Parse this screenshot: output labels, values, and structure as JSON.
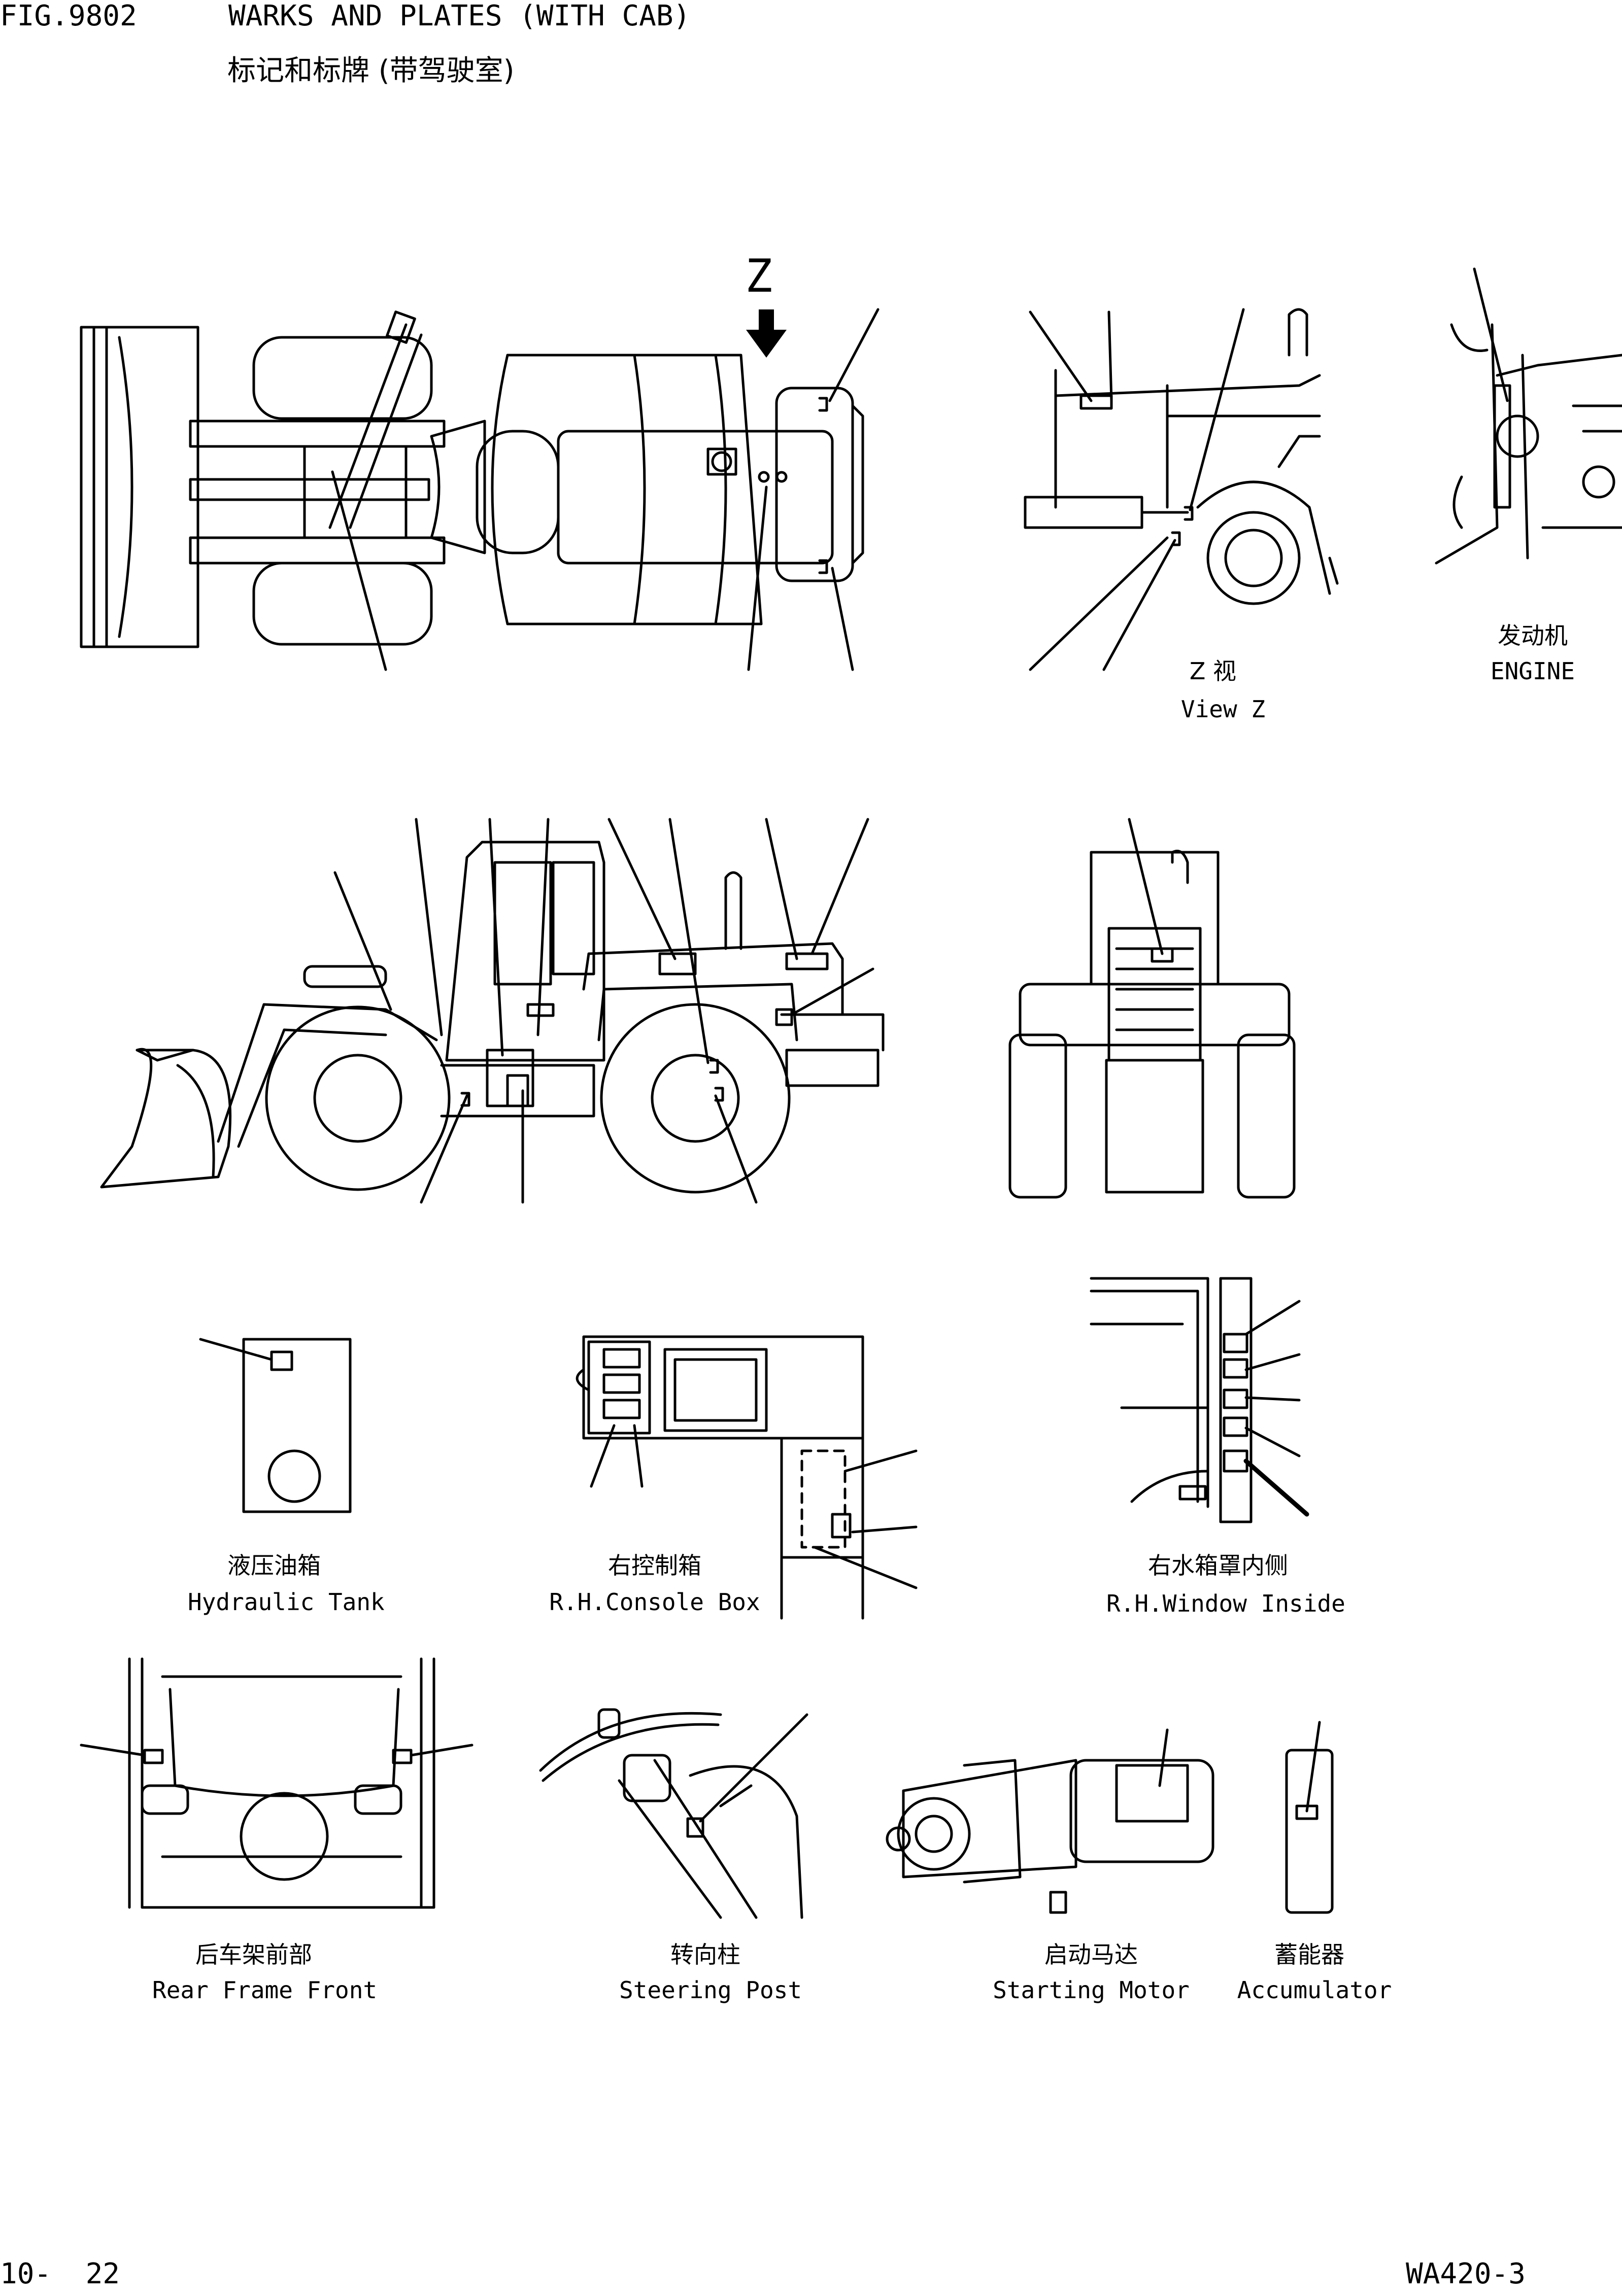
{
  "header": {
    "fig_no": "FIG.9802",
    "title_en": "WARKS AND PLATES (WITH CAB)",
    "title_cn": "标记和标牌 (带驾驶室)"
  },
  "top_view": {
    "arrow_letter": "Z"
  },
  "views": {
    "view_z": {
      "cn": "Z 视",
      "en": "View Z"
    },
    "engine": {
      "cn": "发动机",
      "en": "ENGINE"
    },
    "hydraulic_tank": {
      "cn": "液压油箱",
      "en": "Hydraulic Tank"
    },
    "rh_console_box": {
      "cn": "右控制箱",
      "en": "R.H.Console Box"
    },
    "rh_window_inside": {
      "cn": "右水箱罩内侧",
      "en": "R.H.Window Inside"
    },
    "rear_frame_front": {
      "cn": "后车架前部",
      "en": "Rear Frame Front"
    },
    "steering_post": {
      "cn": "转向柱",
      "en": "Steering Post"
    },
    "starting_motor": {
      "cn": "启动马达",
      "en": "Starting Motor"
    },
    "accumulator": {
      "cn": "蓄能器",
      "en": "Accumulator"
    }
  },
  "footer": {
    "page": "10-  22",
    "model": "WA420-3"
  }
}
